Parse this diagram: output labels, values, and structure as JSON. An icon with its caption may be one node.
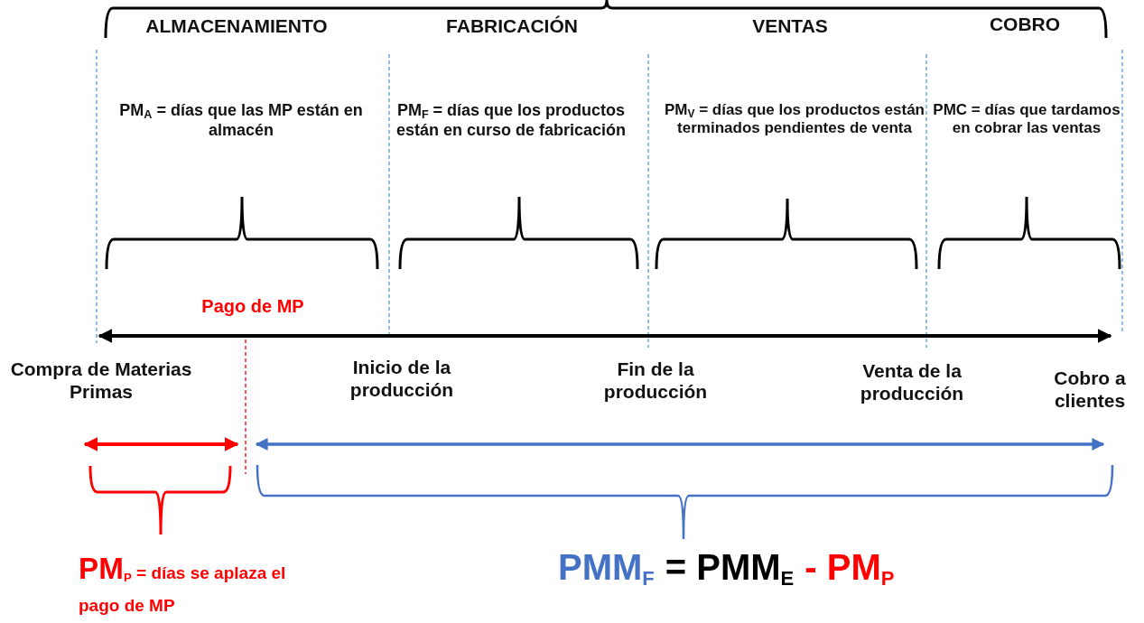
{
  "diagram": {
    "labels": [
      "ALMACENAMIENTO",
      "FABRICACIÓN",
      "VENTAS",
      "COBRO",
      "PM$_{A}$ = días que las MP están en almacén",
      "PM$_{F}$ = días que los productos están en curso de fabricación",
      "PM$_{V}$ = días que los productos están terminados pendientes de venta",
      "PMC = días que tardamos en cobrar las ventas",
      "Pago de MP",
      "Compra de Materias Primas",
      "Inicio de la producción",
      "Fin de la producción",
      "Venta de la producción",
      "Cobro a clientes",
      "**PM**$_{P}$ = días se aplaza el pago de MP",
      "PMM$_{F}$",
      "= PMM$_{E}$",
      "- PM$_{P}$"
    ]
  }
}
